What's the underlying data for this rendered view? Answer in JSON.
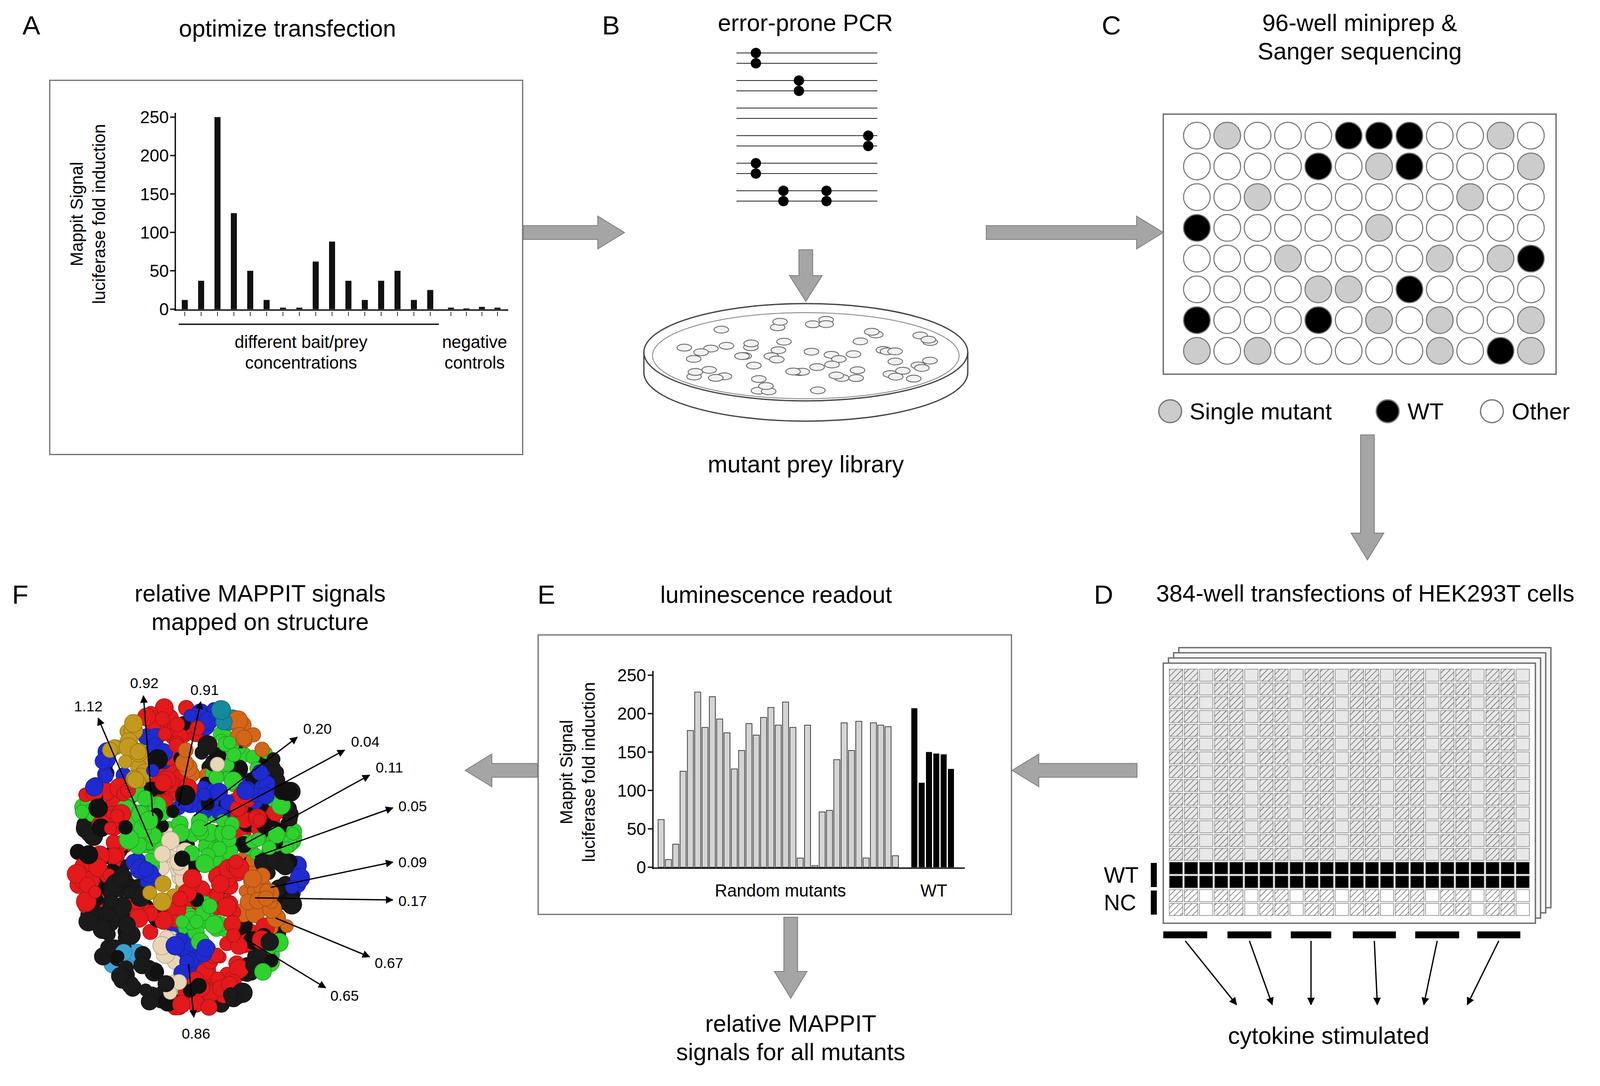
{
  "diagram": {
    "nodes": [
      {
        "text": [
          "optimize transfection"
        ]
      },
      {
        "text": [
          "error-prone PCR"
        ]
      },
      {
        "text": [
          "mutant prey library"
        ]
      },
      {
        "text": [
          "96-well miniprep & Sanger sequencing"
        ]
      },
      {
        "text": [
          "384-well transfections of HEK293T cells"
        ]
      },
      {
        "text": [
          "luminescence readout"
        ]
      },
      {
        "text": [
          "relative MAPPIT signals mapped on structure"
        ]
      }
    ],
    "edges": [
      {
        "from": 0,
        "to": 1,
        "arrow": "to"
      },
      {
        "from": 1,
        "to": 2,
        "arrow": "to"
      },
      {
        "from": 1,
        "to": 3,
        "arrow": "to"
      },
      {
        "from": 3,
        "to": 4,
        "arrow": "to"
      },
      {
        "from": 4,
        "to": 5,
        "arrow": "to"
      },
      {
        "from": 5,
        "to": 6,
        "arrow": "to"
      }
    ],
    "labels": [
      "A",
      "Mappit Signal",
      "luciferase fold induction",
      "250",
      "200",
      "150",
      "100",
      "50",
      "0",
      "different bait/prey concentrations",
      "negative controls",
      "B",
      "C",
      "D",
      "WT",
      "NC",
      "cytokine stimulated",
      "E",
      "Mappit Signal",
      "luciferase fold induction",
      "250",
      "200",
      "150",
      "100",
      "50",
      "0",
      "Random mutants",
      "WT",
      "relative MAPPIT signals for all mutants",
      "F",
      "1.12",
      "0.92",
      "0.91",
      "0.20",
      "0.04",
      "0.11",
      "0.05",
      "0.09",
      "0.17",
      "0.67",
      "0.65",
      "0.86"
    ],
    "legend": [
      {
        "text": "Single mutant",
        "color": "#cccccc"
      },
      {
        "text": "WT",
        "color": "#000000"
      },
      {
        "text": "Other",
        "color": "#ffffff"
      }
    ]
  }
}
